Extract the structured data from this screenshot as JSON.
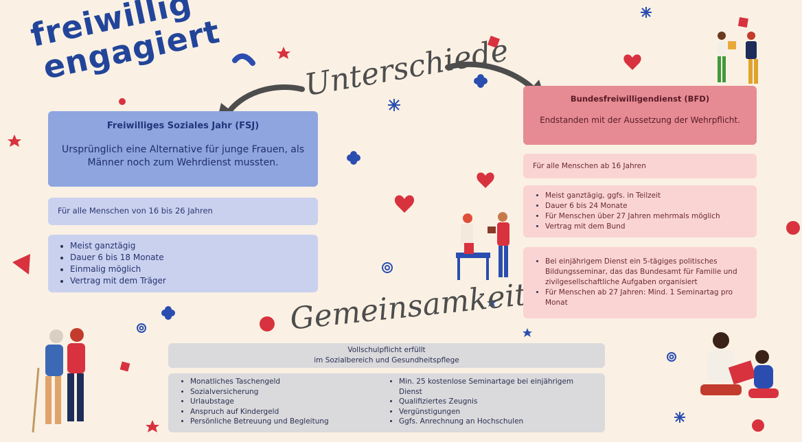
{
  "logo": {
    "line1": "freiwillig",
    "line2": "engagiert"
  },
  "headings": {
    "differences": "Unterschiede",
    "commonalities": "Gemeinsamkeiten"
  },
  "fsj": {
    "title": "Freiwilliges Soziales Jahr (FSJ)",
    "description": "Ursprünglich eine Alternative für junge Frauen, als Männer noch zum Wehrdienst mussten.",
    "age": "Für alle Menschen von 16 bis 26 Jahren",
    "details": [
      "Meist ganztägig",
      "Dauer 6 bis 18 Monate",
      "Einmalig möglich",
      "Vertrag mit dem Träger"
    ]
  },
  "bfd": {
    "title": "Bundesfreiwilligendienst (BFD)",
    "description": "Endstanden mit der Aussetzung der Wehrpflicht.",
    "age": "Für alle Menschen ab 16 Jahren",
    "details": [
      "Meist ganztägig, ggfs. in Teilzeit",
      "Dauer 6 bis 24 Monate",
      "Für Menschen über 27 Jahren mehrmals möglich",
      "Vertrag mit dem Bund"
    ],
    "seminars": [
      "Bei einjährigem Dienst ein 5-tägiges politisches Bildungsseminar, das das Bundesamt für Familie und zivilgesellschaftliche Aufgaben organisiert",
      "Für Menschen ab 27 Jahren: Mind. 1 Seminartag pro Monat"
    ]
  },
  "common": {
    "header_line1": "Vollschulpflicht erfüllt",
    "header_line2": "im Sozialbereich und Gesundheitspflege",
    "left": [
      "Monatliches Taschengeld",
      "Sozialversicherung",
      "Urlaubstage",
      "Anspruch auf Kindergeld",
      "Persönliche Betreuung und Begleitung"
    ],
    "right": [
      "Min. 25 kostenlose Seminartage bei einjährigem Dienst",
      "Qualifiziertes Zeugnis",
      "Vergünstigungen",
      "Ggfs. Anrechnung an Hochschulen"
    ]
  },
  "colors": {
    "brand_blue": "#22459a",
    "fsj_blue": "#8fa5e0",
    "bfd_red": "#e68b93",
    "accent_red": "#d8323f"
  }
}
